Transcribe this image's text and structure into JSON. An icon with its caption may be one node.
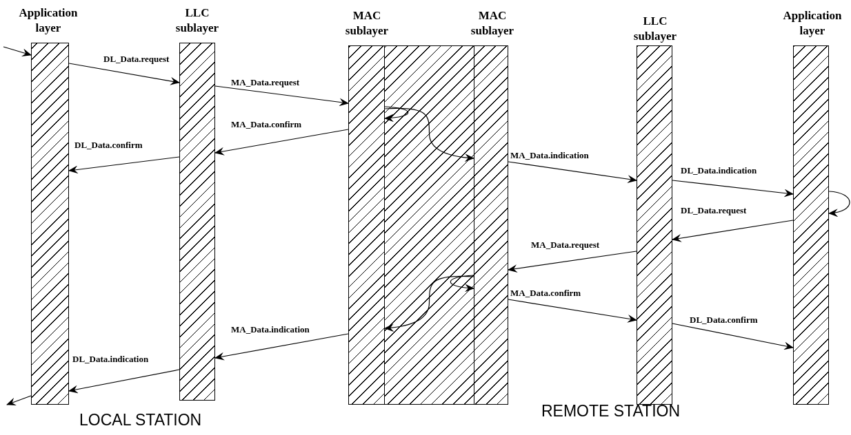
{
  "diagram": {
    "nodes": [
      {
        "text": [
          "Application layer"
        ]
      },
      {
        "text": [
          "LLC sublayer"
        ]
      },
      {
        "text": [],
        "shape": "box"
      },
      {
        "text": [
          "MAC sublayer"
        ],
        "in": 2
      },
      {
        "text": [
          "MAC sublayer"
        ],
        "in": 2
      },
      {
        "text": [
          "LLC sublayer"
        ]
      },
      {
        "text": [
          "Application layer"
        ]
      }
    ],
    "edges": [
      {
        "from": null,
        "to": 0,
        "arrow": "to"
      },
      {
        "from": 0,
        "to": 1,
        "label": "DL_Data.request",
        "arrow": "to"
      },
      {
        "from": 1,
        "to": 3,
        "label": "MA_Data.request",
        "arrow": "to"
      },
      {
        "from": 3,
        "to": 1,
        "label": "MA_Data.confirm",
        "arrow": "to"
      },
      {
        "from": 1,
        "to": 0,
        "label": "DL_Data.confirm",
        "arrow": "to"
      },
      {
        "from": 3,
        "to": 3,
        "arrow": "to"
      },
      {
        "from": 3,
        "to": 4,
        "arrow": "to"
      },
      {
        "from": 4,
        "to": 5,
        "label": "MA_Data.indication",
        "arrow": "to"
      },
      {
        "from": 5,
        "to": 6,
        "label": "DL_Data.indication",
        "arrow": "to"
      },
      {
        "from": 6,
        "to": 6,
        "arrow": "to"
      },
      {
        "from": 6,
        "to": 5,
        "label": "DL_Data.request",
        "arrow": "to"
      },
      {
        "from": 5,
        "to": 4,
        "label": "MA_Data.request",
        "arrow": "to"
      },
      {
        "from": 4,
        "to": 4,
        "arrow": "to"
      },
      {
        "from": 4,
        "to": 3,
        "arrow": "to"
      },
      {
        "from": 4,
        "to": 5,
        "label": "MA_Data.confirm",
        "arrow": "to"
      },
      {
        "from": 5,
        "to": 6,
        "label": "DL_Data.confirm",
        "arrow": "to"
      },
      {
        "from": 3,
        "to": 1,
        "label": "MA_Data.indication",
        "arrow": "to"
      },
      {
        "from": 1,
        "to": 0,
        "label": "DL_Data.indication",
        "arrow": "to"
      },
      {
        "from": 0,
        "to": null,
        "arrow": "to"
      }
    ],
    "labels": [
      "LOCAL STATION",
      "REMOTE STATION"
    ]
  }
}
